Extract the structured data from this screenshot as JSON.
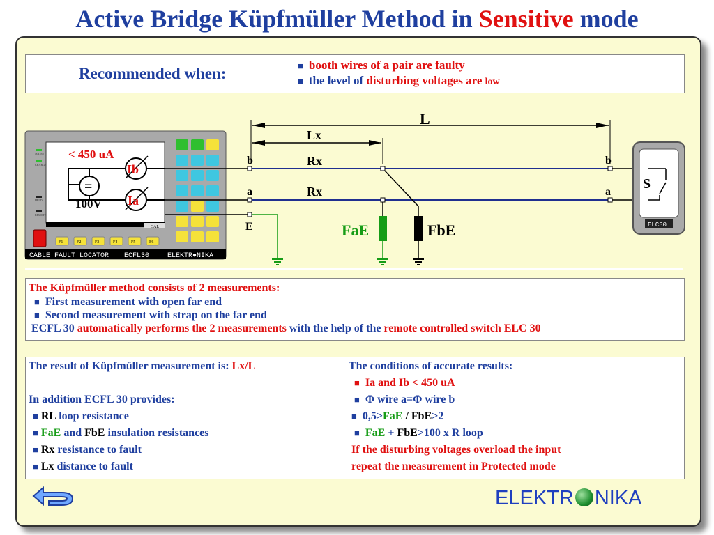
{
  "title": {
    "part1": "Active Bridge Küpfmüller Method in ",
    "highlight": "Sensitive",
    "part2": " mode"
  },
  "recommended": {
    "label": "Recommended when:",
    "item1": "booth wires of a pair are faulty",
    "item2_a": "the level of ",
    "item2_b": "disturbing voltages are ",
    "item2_c": "low"
  },
  "device": {
    "limit": "< 450 uA",
    "ib": "Ib",
    "ia": "Ia",
    "eq": "=",
    "voltage": "100V",
    "footer_left": "CABLE FAULT LOCATOR",
    "footer_mid": "ECFL30",
    "footer_right": "ELEKTR●NIKA",
    "fkeys": [
      "F1",
      "F2",
      "F3",
      "F4",
      "F5",
      "F6"
    ],
    "cal": "CAL",
    "led_labels": [
      "MAINS",
      "CHARGE",
      "HELD",
      "REMOTE"
    ]
  },
  "circuit": {
    "L": "L",
    "Lx": "Lx",
    "Rx_top": "Rx",
    "Rx_bottom": "Rx",
    "b_left": "b",
    "a_left": "a",
    "E": "E",
    "b_right": "b",
    "a_right": "a",
    "FaE": "FaE",
    "FbE": "FbE",
    "switch": "S",
    "elc": "ELC30"
  },
  "kupfmuller": {
    "heading": "The Küpfmüller method consists of 2 measurements:",
    "step1": "First measurement with open far end",
    "step2": "Second measurement with strap on the far end",
    "auto_a": "ECFL 30 ",
    "auto_b": "automatically performs the 2 measurements",
    "auto_c": " with the help of the ",
    "auto_d": "remote controlled switch ELC 30"
  },
  "results": {
    "left": {
      "line1_a": "The result of Küpfmüller measurement is: ",
      "line1_b": "Lx/L",
      "line2": "In addition ECFL 30 provides:",
      "rl_a": "RL",
      "rl_b": " loop resistance",
      "fae_a": "FaE",
      "fae_and": " and ",
      "fae_b": "FbE",
      "fae_c": " insulation resistances",
      "rx_a": "Rx",
      "rx_b": " resistance to fault",
      "lx_a": "Lx",
      "lx_b": " distance to fault"
    },
    "right": {
      "heading": "The conditions of accurate results:",
      "c1": "Ia and Ib < 450 uA",
      "c2": "Φ wire a=Φ wire b",
      "c3_a": "0,5>",
      "c3_b": "FaE",
      "c3_c": " / ",
      "c3_d": "FbE",
      "c3_e": ">2",
      "c4_a": "FaE",
      "c4_b": " + ",
      "c4_c": "FbE",
      "c4_d": ">100 x R loop",
      "warn1": "If the disturbing voltages overload the input",
      "warn2": "repeat the measurement in Protected mode"
    }
  },
  "logo": {
    "a": "ELEKTR",
    "b": "NIKA"
  },
  "colors": {
    "blue": "#1f3f9f",
    "red": "#e01010",
    "green": "#169c16",
    "panel": "#fbfbd2"
  }
}
